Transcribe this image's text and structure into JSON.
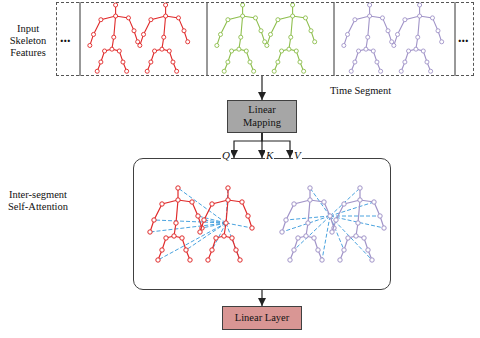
{
  "diagram": {
    "nodes": [
      {
        "text": [
          "Input Skeleton Features"
        ]
      },
      {
        "text": [
          "Linear Mapping"
        ]
      },
      {
        "text": [
          "Inter-segment Self-Attention"
        ]
      },
      {
        "text": [
          "Linear Layer"
        ]
      }
    ],
    "edges": [
      {
        "from": 0,
        "to": 1,
        "arrow": "to"
      },
      {
        "from": 1,
        "to": 2,
        "label": "Q",
        "arrow": "to"
      },
      {
        "from": 1,
        "to": 2,
        "label": "K",
        "arrow": "to"
      },
      {
        "from": 1,
        "to": 2,
        "label": "V",
        "arrow": "to"
      },
      {
        "from": 2,
        "to": 3,
        "arrow": "to"
      }
    ],
    "labels": [
      "...",
      "...",
      "Time Segment"
    ]
  }
}
